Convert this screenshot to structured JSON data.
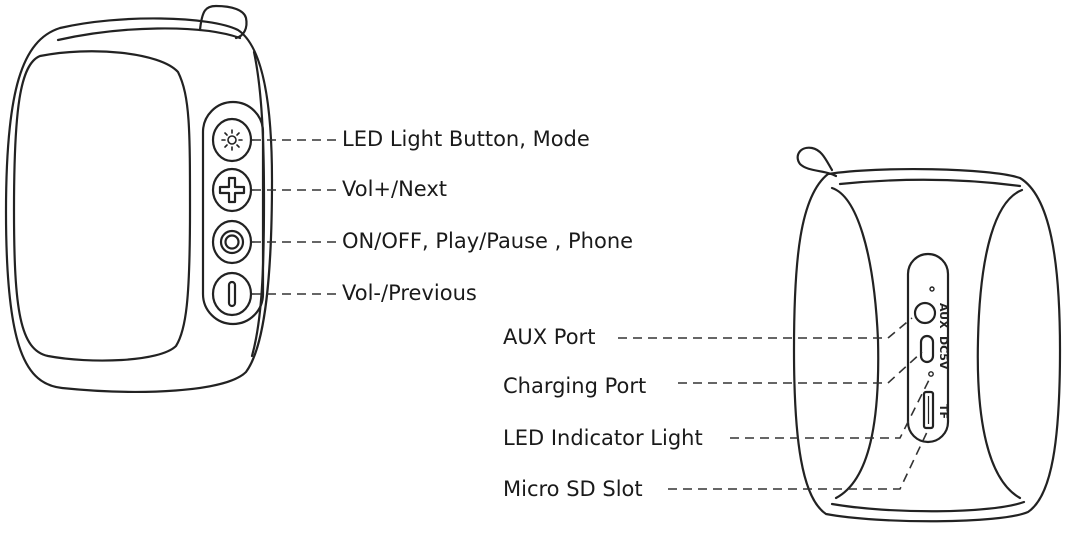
{
  "front_labels": {
    "led_button": "LED Light Button, Mode",
    "vol_plus": "Vol+/Next",
    "power": "ON/OFF, Play/Pause , Phone",
    "vol_minus": "Vol-/Previous"
  },
  "back_labels": {
    "aux": "AUX Port",
    "charging": "Charging Port",
    "led_indicator": "LED Indicator Light",
    "micro_sd": "Micro SD Slot"
  },
  "port_markings": {
    "aux": "AUX",
    "dc": "DC5V",
    "tf": "TF"
  },
  "icons": {
    "led_button": "sun-icon",
    "vol_plus": "plus-icon",
    "power": "power-ring-icon",
    "vol_minus": "minus-icon"
  }
}
